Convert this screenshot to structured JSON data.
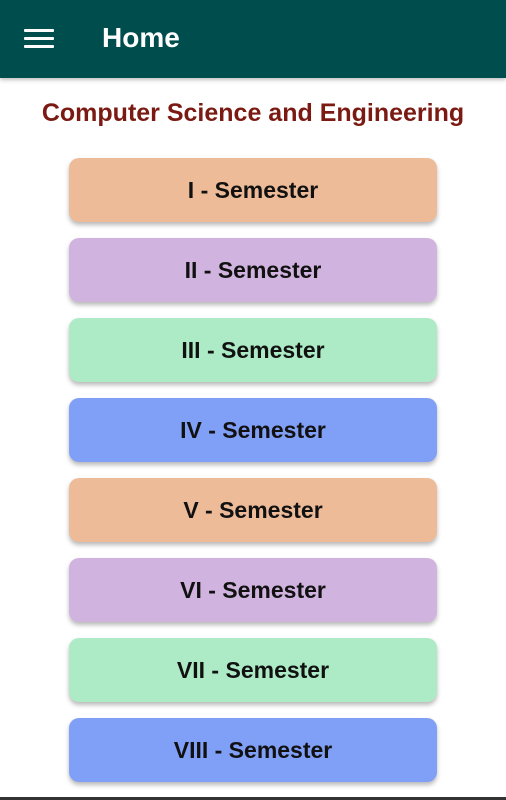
{
  "app_bar": {
    "title": "Home",
    "background": "#004d4d",
    "menu_icon": "hamburger-menu-icon"
  },
  "department": {
    "title": "Computer Science and Engineering",
    "color": "#7a1a12"
  },
  "semesters": [
    {
      "label": "I - Semester",
      "color": "#eebb99"
    },
    {
      "label": "II - Semester",
      "color": "#d1b3df"
    },
    {
      "label": "III - Semester",
      "color": "#acebc6"
    },
    {
      "label": "IV - Semester",
      "color": "#809ff7"
    },
    {
      "label": "V - Semester",
      "color": "#eebb99"
    },
    {
      "label": "VI - Semester",
      "color": "#d1b3df"
    },
    {
      "label": "VII - Semester",
      "color": "#acebc6"
    },
    {
      "label": "VIII - Semester",
      "color": "#809ff7"
    }
  ]
}
